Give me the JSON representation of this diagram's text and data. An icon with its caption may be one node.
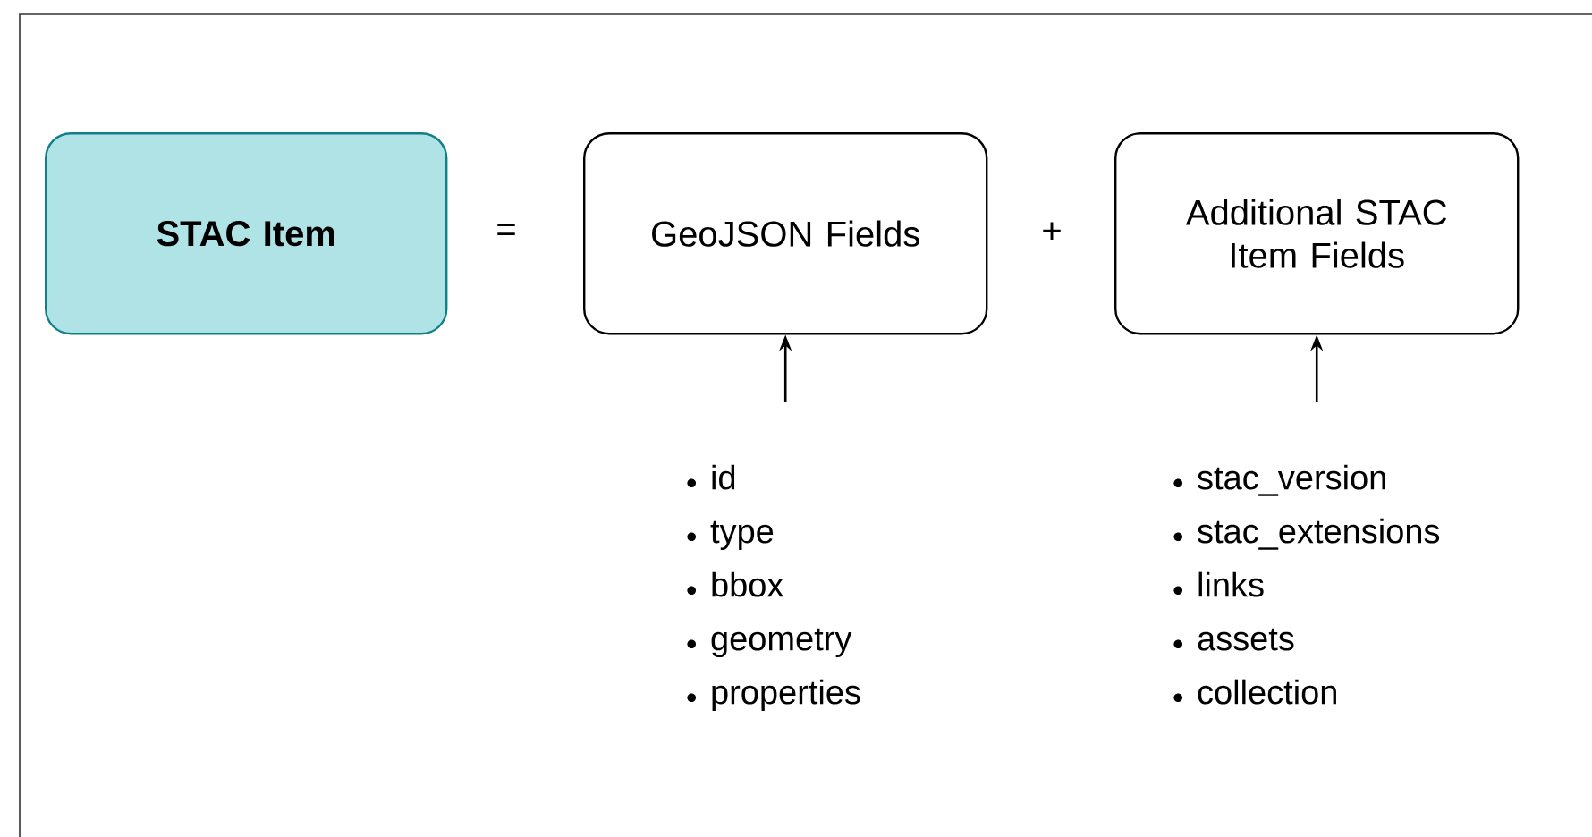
{
  "diagram": {
    "nodes": [
      {
        "text": [
          "STAC Item"
        ]
      },
      {
        "text": [
          "GeoJSON Fields"
        ]
      },
      {
        "text": [
          "Additional  STAC Item Fields"
        ]
      },
      {
        "text": [
          "id",
          "type",
          "bbox",
          "geometry",
          "properties"
        ]
      },
      {
        "text": [
          "stac_version",
          "stac_extensions",
          "links",
          "assets",
          "collection"
        ]
      }
    ],
    "edges": [
      {
        "from": 3,
        "to": 1,
        "arrow": "to"
      },
      {
        "from": 4,
        "to": 2,
        "arrow": "to"
      }
    ],
    "labels": [
      "=",
      "+"
    ]
  }
}
